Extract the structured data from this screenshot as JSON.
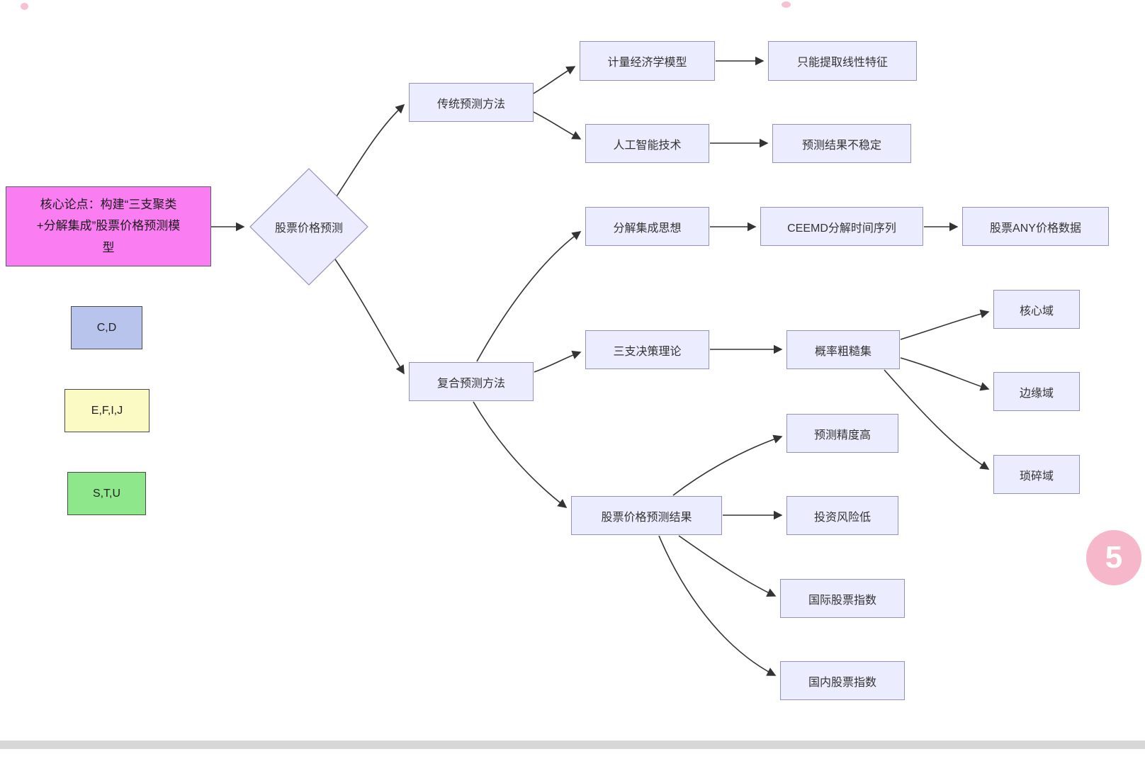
{
  "diagram": {
    "nodes": {
      "root": {
        "label": "核心论点：构建“三支聚类\n+分解集成”股票价格预测模\n型"
      },
      "stock_price_prediction": {
        "label": "股票价格预测"
      },
      "traditional": {
        "label": "传统预测方法"
      },
      "econometric": {
        "label": "计量经济学模型"
      },
      "linear_only": {
        "label": "只能提取线性特征"
      },
      "ai": {
        "label": "人工智能技术"
      },
      "unstable": {
        "label": "预测结果不稳定"
      },
      "composite": {
        "label": "复合预测方法"
      },
      "decomposition": {
        "label": "分解集成思想"
      },
      "ceemd": {
        "label": "CEEMD分解时间序列"
      },
      "any_price_data": {
        "label": "股票ANY价格数据"
      },
      "three_way": {
        "label": "三支决策理论"
      },
      "rough_set": {
        "label": "概率粗糙集"
      },
      "core_region": {
        "label": "核心域"
      },
      "boundary_region": {
        "label": "边缘域"
      },
      "trivial_region": {
        "label": "琐碎域"
      },
      "result": {
        "label": "股票价格预测结果"
      },
      "high_accuracy": {
        "label": "预测精度高"
      },
      "low_risk": {
        "label": "投资风险低"
      },
      "international_index": {
        "label": "国际股票指数"
      },
      "domestic_index": {
        "label": "国内股票指数"
      }
    },
    "edges": [
      {
        "from": "root",
        "to": "stock_price_prediction"
      },
      {
        "from": "stock_price_prediction",
        "to": "traditional"
      },
      {
        "from": "stock_price_prediction",
        "to": "composite"
      },
      {
        "from": "traditional",
        "to": "econometric"
      },
      {
        "from": "traditional",
        "to": "ai"
      },
      {
        "from": "econometric",
        "to": "linear_only"
      },
      {
        "from": "ai",
        "to": "unstable"
      },
      {
        "from": "composite",
        "to": "decomposition"
      },
      {
        "from": "decomposition",
        "to": "ceemd"
      },
      {
        "from": "ceemd",
        "to": "any_price_data"
      },
      {
        "from": "composite",
        "to": "three_way"
      },
      {
        "from": "three_way",
        "to": "rough_set"
      },
      {
        "from": "rough_set",
        "to": "core_region"
      },
      {
        "from": "rough_set",
        "to": "boundary_region"
      },
      {
        "from": "rough_set",
        "to": "trivial_region"
      },
      {
        "from": "composite",
        "to": "result"
      },
      {
        "from": "result",
        "to": "high_accuracy"
      },
      {
        "from": "result",
        "to": "low_risk"
      },
      {
        "from": "result",
        "to": "international_index"
      },
      {
        "from": "result",
        "to": "domestic_index"
      }
    ],
    "legend": [
      {
        "label": "C,D",
        "color": "#b9c4ec"
      },
      {
        "label": "E,F,I,J",
        "color": "#fbf9c4"
      },
      {
        "label": "S,T,U",
        "color": "#8ee88b"
      }
    ],
    "colors": {
      "node_fill": "#ececff",
      "node_border": "#9392bb",
      "root_fill": "#fa7df2",
      "root_border": "#5b5b78",
      "arrow": "#333333"
    },
    "watermark": {
      "label": "5",
      "color": "#f7b7cb"
    }
  }
}
